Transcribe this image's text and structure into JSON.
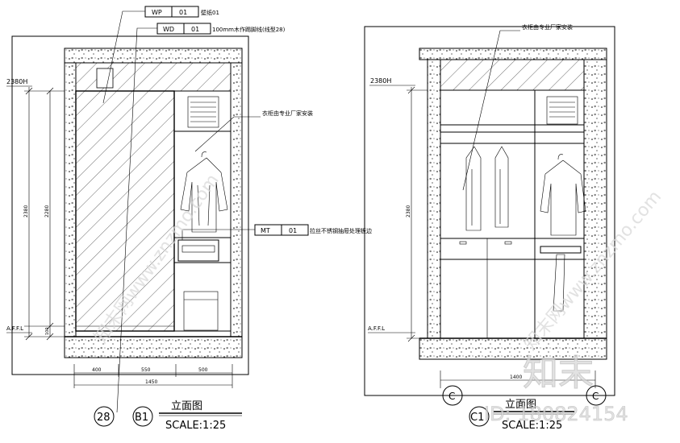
{
  "left_elevation": {
    "tag_wp": "WP",
    "tag_wp_no": "01",
    "tag_wp_desc": "壁纸01",
    "tag_wd": "WD",
    "tag_wd_no": "01",
    "tag_wd_desc": "100mm木作踢脚线(线型28)",
    "tag_mt": "MT",
    "tag_mt_no": "01",
    "tag_mt_desc": "拉丝不锈钢抽屉处理板边",
    "note_cabinet": "衣柜由专业厂家安装",
    "level_top": "2380H",
    "level_floor": "A.F.F.L",
    "dim_overall_height": "2380",
    "dim_inner_height": "2280",
    "dim_bottom": "100",
    "dim_w1": "400",
    "dim_w2": "550",
    "dim_w3": "500",
    "dim_total_width": "1450",
    "section_ref": "28",
    "view_id": "B1",
    "view_title": "立面图",
    "scale": "SCALE:1:25"
  },
  "right_elevation": {
    "note_cabinet": "衣柜由专业厂家安装",
    "level_top": "2380H",
    "level_floor": "A.F.F.L",
    "dim_height": "2380",
    "dim_total_width": "1400",
    "grid_left": "C",
    "grid_right": "C",
    "view_id": "C1",
    "view_title": "立面图",
    "scale": "SCALE:1:25"
  },
  "watermarks": {
    "logo_text": "知末",
    "id_text": "ID: 180824154",
    "diag_left": "知末网www.znzmo.com",
    "diag_right": "知末网www.znzmo.com"
  }
}
